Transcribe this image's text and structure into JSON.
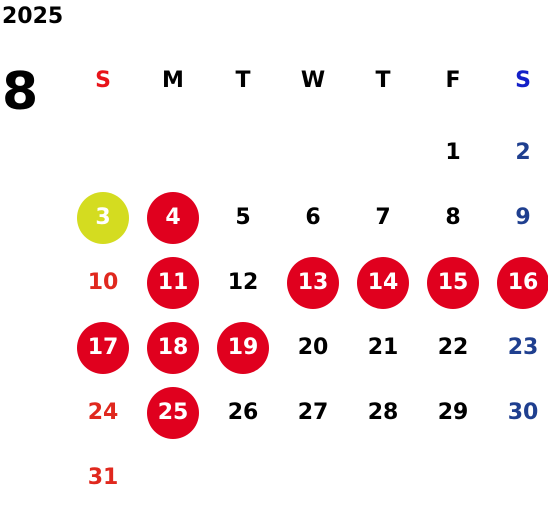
{
  "calendar": {
    "year": "2025",
    "month": "8",
    "weekdays": [
      {
        "label": "S",
        "color": "#e8141a"
      },
      {
        "label": "M",
        "color": "#000000"
      },
      {
        "label": "T",
        "color": "#000000"
      },
      {
        "label": "W",
        "color": "#000000"
      },
      {
        "label": "T",
        "color": "#000000"
      },
      {
        "label": "F",
        "color": "#000000"
      },
      {
        "label": "S",
        "color": "#1420c8"
      }
    ],
    "leading_blanks": 5,
    "days": [
      {
        "n": "1",
        "color": "#000000",
        "bg": ""
      },
      {
        "n": "2",
        "color": "#1f3f8f",
        "bg": ""
      },
      {
        "n": "3",
        "color": "#ffffff",
        "bg": "#d4dc20"
      },
      {
        "n": "4",
        "color": "#ffffff",
        "bg": "#e0001e"
      },
      {
        "n": "5",
        "color": "#000000",
        "bg": ""
      },
      {
        "n": "6",
        "color": "#000000",
        "bg": ""
      },
      {
        "n": "7",
        "color": "#000000",
        "bg": ""
      },
      {
        "n": "8",
        "color": "#000000",
        "bg": ""
      },
      {
        "n": "9",
        "color": "#1f3f8f",
        "bg": ""
      },
      {
        "n": "10",
        "color": "#e0281e",
        "bg": ""
      },
      {
        "n": "11",
        "color": "#ffffff",
        "bg": "#e0001e"
      },
      {
        "n": "12",
        "color": "#000000",
        "bg": ""
      },
      {
        "n": "13",
        "color": "#ffffff",
        "bg": "#e0001e"
      },
      {
        "n": "14",
        "color": "#ffffff",
        "bg": "#e0001e"
      },
      {
        "n": "15",
        "color": "#ffffff",
        "bg": "#e0001e"
      },
      {
        "n": "16",
        "color": "#ffffff",
        "bg": "#e0001e"
      },
      {
        "n": "17",
        "color": "#ffffff",
        "bg": "#e0001e"
      },
      {
        "n": "18",
        "color": "#ffffff",
        "bg": "#e0001e"
      },
      {
        "n": "19",
        "color": "#ffffff",
        "bg": "#e0001e"
      },
      {
        "n": "20",
        "color": "#000000",
        "bg": ""
      },
      {
        "n": "21",
        "color": "#000000",
        "bg": ""
      },
      {
        "n": "22",
        "color": "#000000",
        "bg": ""
      },
      {
        "n": "23",
        "color": "#1f3f8f",
        "bg": ""
      },
      {
        "n": "24",
        "color": "#e0281e",
        "bg": ""
      },
      {
        "n": "25",
        "color": "#ffffff",
        "bg": "#e0001e"
      },
      {
        "n": "26",
        "color": "#000000",
        "bg": ""
      },
      {
        "n": "27",
        "color": "#000000",
        "bg": ""
      },
      {
        "n": "28",
        "color": "#000000",
        "bg": ""
      },
      {
        "n": "29",
        "color": "#000000",
        "bg": ""
      },
      {
        "n": "30",
        "color": "#1f3f8f",
        "bg": ""
      },
      {
        "n": "31",
        "color": "#e0281e",
        "bg": ""
      }
    ]
  }
}
